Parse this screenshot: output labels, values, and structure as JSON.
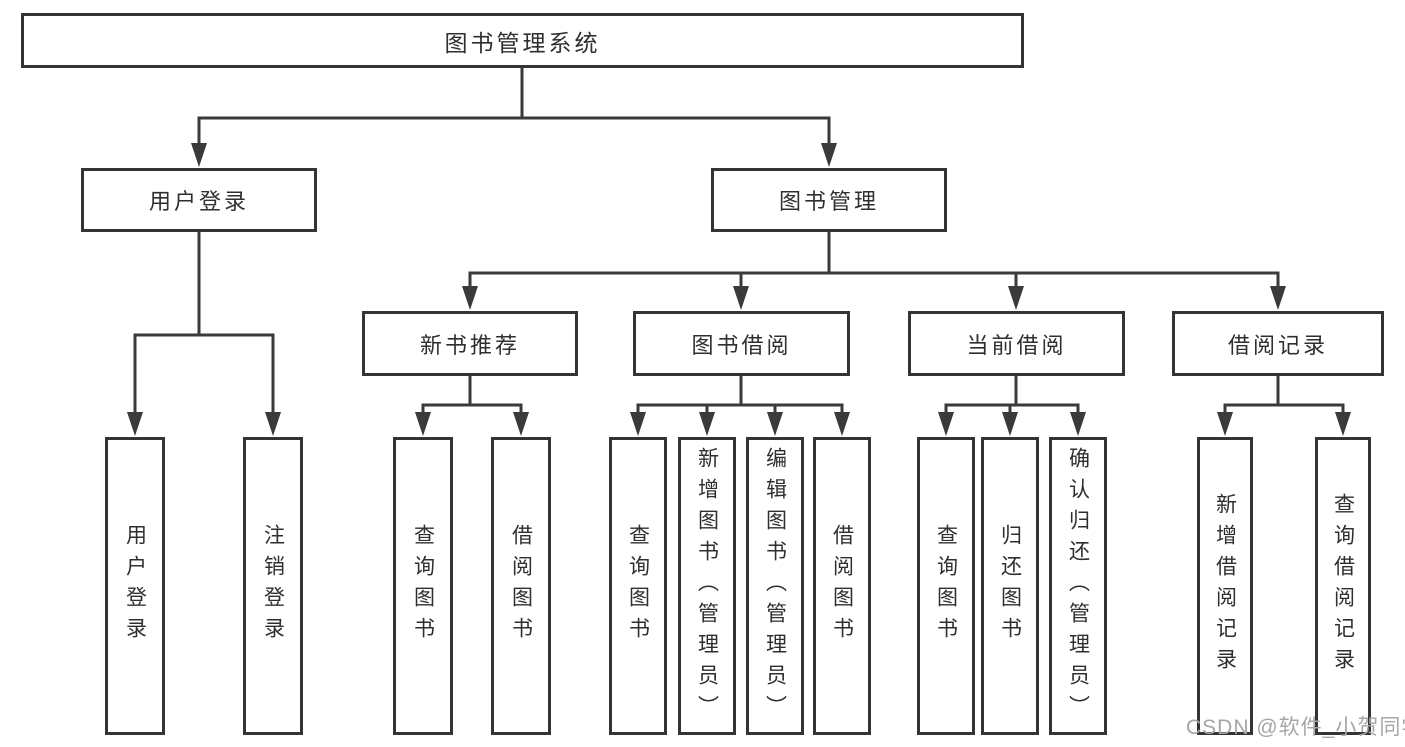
{
  "colors": {
    "line": "#3a3a3a",
    "box_border": "#343434",
    "text": "#2f2f2f",
    "watermark": "#a6a6a6",
    "background": "#ffffff"
  },
  "watermark": "CSDN @软件_小贺同学",
  "tree": {
    "root": {
      "label": "图书管理系统"
    },
    "branches": [
      {
        "label": "用户登录",
        "children": [
          {
            "label": "用户登录"
          },
          {
            "label": "注销登录"
          }
        ]
      },
      {
        "label": "图书管理",
        "children": [
          {
            "label": "新书推荐",
            "children": [
              {
                "label": "查询图书"
              },
              {
                "label": "借阅图书"
              }
            ]
          },
          {
            "label": "图书借阅",
            "children": [
              {
                "label": "查询图书"
              },
              {
                "label": "新增图书（管理员）"
              },
              {
                "label": "编辑图书（管理员）"
              },
              {
                "label": "借阅图书"
              }
            ]
          },
          {
            "label": "当前借阅",
            "children": [
              {
                "label": "查询图书"
              },
              {
                "label": "归还图书"
              },
              {
                "label": "确认归还（管理员）"
              }
            ]
          },
          {
            "label": "借阅记录",
            "children": [
              {
                "label": "新增借阅记录"
              },
              {
                "label": "查询借阅记录"
              }
            ]
          }
        ]
      }
    ]
  }
}
